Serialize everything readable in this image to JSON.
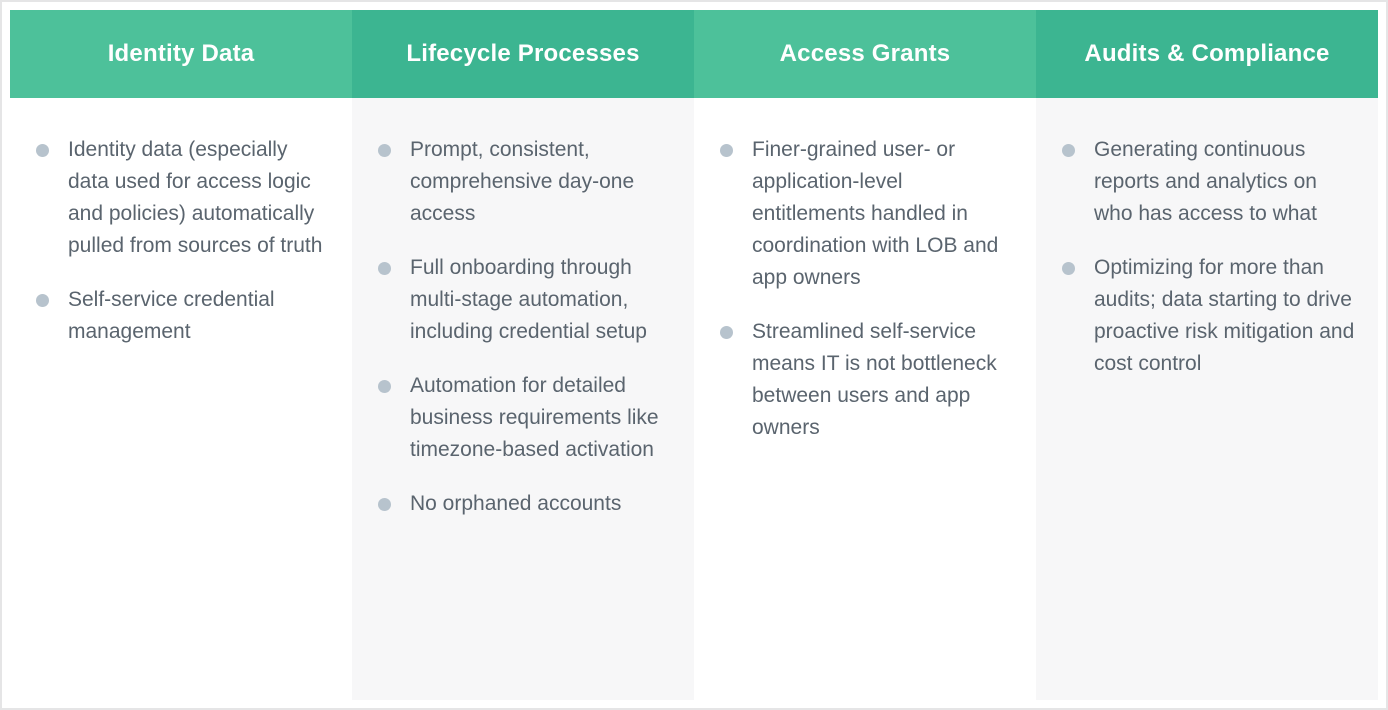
{
  "colors": {
    "header_green_light": "#4dc19a",
    "header_green_dark": "#3cb591",
    "header_text": "#ffffff",
    "body_white": "#ffffff",
    "body_gray": "#f7f7f8",
    "bullet": "#b7c3cd",
    "text": "#5a646e",
    "page_border": "#e5e5e6"
  },
  "columns": [
    {
      "title": "Identity Data",
      "items": [
        "Identity data (especially data used for access logic and policies) automatically pulled from sources of truth",
        "Self-service credential management"
      ]
    },
    {
      "title": "Lifecycle Processes",
      "items": [
        "Prompt, consistent, comprehensive day-one access",
        "Full onboarding through multi-stage automation, including credential setup",
        "Automation for detailed business requirements like timezone-based activation",
        "No orphaned accounts"
      ]
    },
    {
      "title": "Access Grants",
      "items": [
        "Finer-grained user- or application-level entitlements handled in coordination with LOB and app owners",
        "Streamlined self-service means IT is not bottleneck between users and app owners"
      ]
    },
    {
      "title": "Audits & Compliance",
      "items": [
        "Generating continuous reports and analytics on who has access to what",
        "Optimizing for more than audits; data starting to drive proactive risk mitigation and cost control"
      ]
    }
  ]
}
